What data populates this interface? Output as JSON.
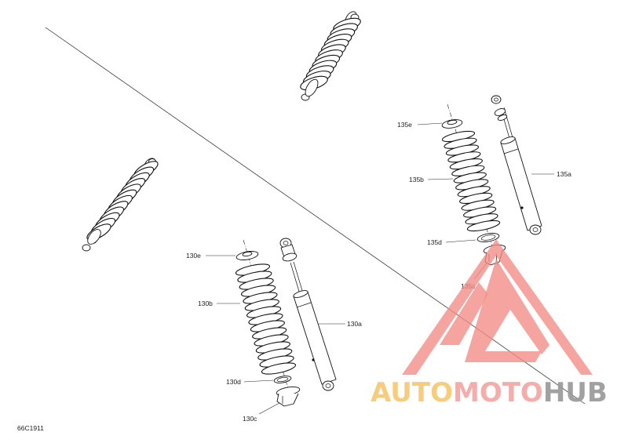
{
  "diagram_ref": "66C1911",
  "callouts": {
    "c130a": "130a",
    "c130b": "130b",
    "c130c": "130c",
    "c130d": "130d",
    "c130e": "130e",
    "c135a": "135a",
    "c135b": "135b",
    "c135c": "135c",
    "c135d": "135d",
    "c135e": "135e"
  },
  "watermark": {
    "word_auto": "AUTO",
    "word_moto": "MOTO",
    "word_hub": "HUB",
    "color_auto": "#f7c873",
    "color_moto": "#f4a7a3",
    "color_hub": "#9a9a9a",
    "logo_color": "#f28b86"
  }
}
